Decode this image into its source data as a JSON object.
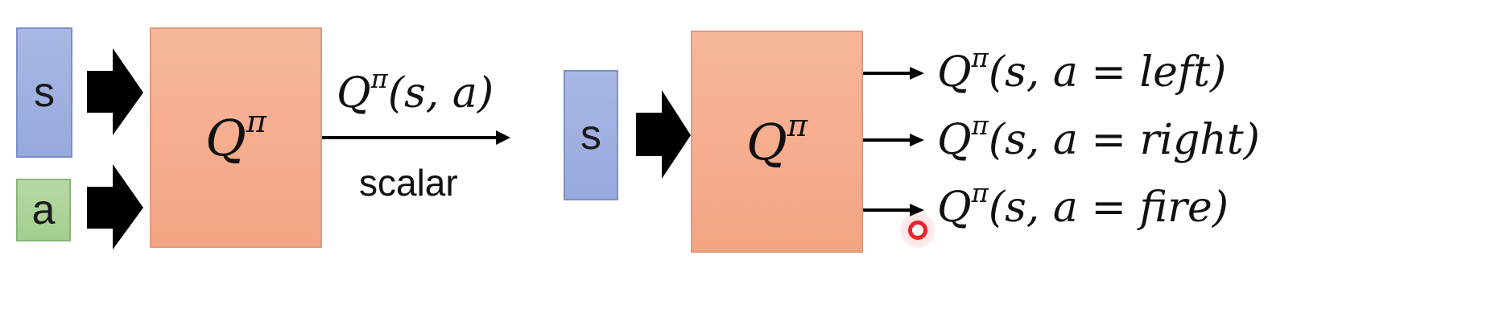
{
  "left_network": {
    "state_label": "s",
    "action_label": "a",
    "q_symbol": "Q",
    "q_superscript": "π",
    "output_q": "Q",
    "output_sup": "π",
    "output_args": "(s, a)",
    "output_caption": "scalar"
  },
  "right_network": {
    "state_label": "s",
    "q_symbol": "Q",
    "q_superscript": "π",
    "outputs": [
      {
        "q": "Q",
        "sup": "π",
        "args": "(s, a = left)"
      },
      {
        "q": "Q",
        "sup": "π",
        "args": "(s, a = right)"
      },
      {
        "q": "Q",
        "sup": "π",
        "args": "(s, a = fire)"
      }
    ]
  },
  "colors": {
    "state_box": "#a9b8e4",
    "action_box": "#b6d9a4",
    "q_box": "#f7b79a",
    "arrow": "#000000",
    "cursor": "#e8242c"
  }
}
